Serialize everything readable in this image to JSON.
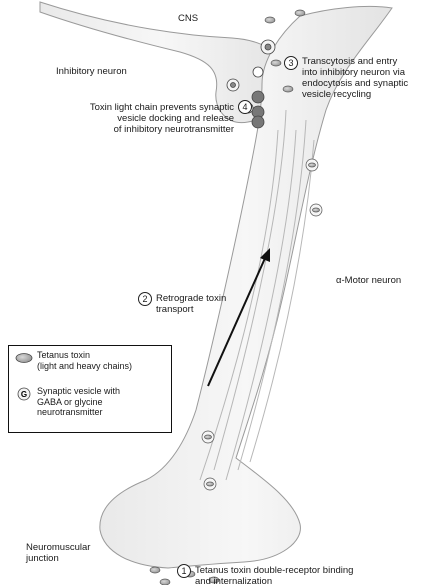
{
  "labels": {
    "cns": "CNS",
    "inhibitory_neuron": "Inhibitory neuron",
    "alpha_motor_neuron": "α-Motor neuron",
    "neuromuscular_junction": "Neuromuscular\njunction"
  },
  "steps": [
    {
      "number": "1",
      "text": "Tetanus toxin double-receptor binding\nand internalization"
    },
    {
      "number": "2",
      "text": "Retrograde toxin\ntransport"
    },
    {
      "number": "3",
      "text": "Transcytosis and entry\ninto inhibitory neuron via\nendocytosis and synaptic\nvesicle recycling"
    },
    {
      "number": "4",
      "text": "Toxin light chain prevents synaptic\nvesicle docking and release\nof inhibitory neurotransmitter"
    }
  ],
  "legend": {
    "toxin": "Tetanus toxin\n(light and heavy chains)",
    "vesicle": "Synaptic vesicle with\nGABA or glycine\nneurotransmitter",
    "vesicle_symbol": "G"
  },
  "icons": {
    "toxin_icon": "tetanus-toxin-icon",
    "vesicle_icon": "synaptic-vesicle-icon",
    "arrow": "retrograde-arrow"
  }
}
